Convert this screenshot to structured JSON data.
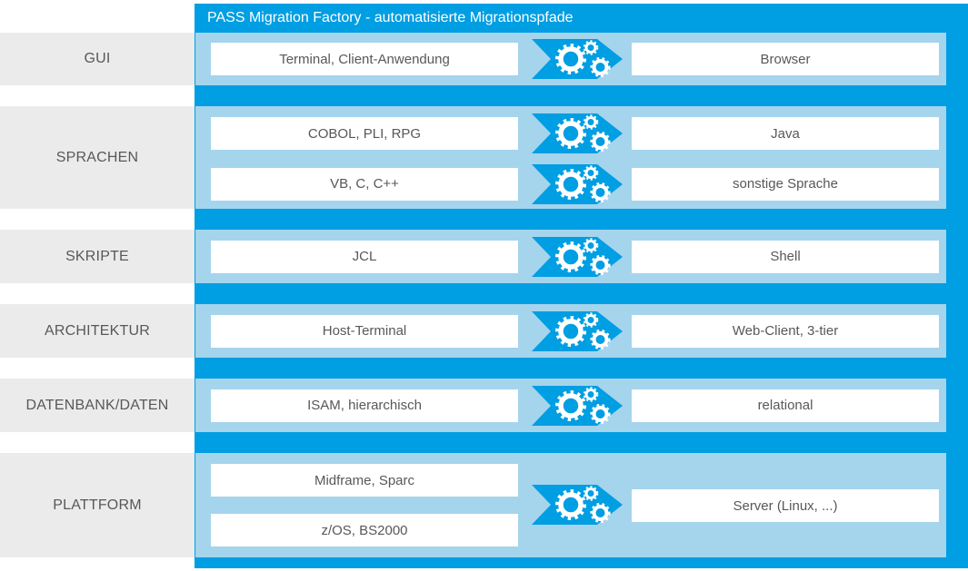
{
  "title": "PASS Migration Factory - automatisierte Migrationspfade",
  "colors": {
    "brand_blue": "#009EE2",
    "band_light_blue": "#A5D4ED",
    "category_gray": "#EBEBEB",
    "text_gray": "#58585A",
    "box_white": "#FFFFFF"
  },
  "icons": {
    "arrow": "gear-arrow-icon"
  },
  "rows": [
    {
      "category": "GUI",
      "mappings": [
        {
          "source": "Terminal, Client-Anwendung",
          "target": "Browser"
        }
      ]
    },
    {
      "category": "SPRACHEN",
      "mappings": [
        {
          "source": "COBOL, PLI, RPG",
          "target": "Java"
        },
        {
          "source": "VB, C, C++",
          "target": "sonstige Sprache"
        }
      ]
    },
    {
      "category": "SKRIPTE",
      "mappings": [
        {
          "source": "JCL",
          "target": "Shell"
        }
      ]
    },
    {
      "category": "ARCHITEKTUR",
      "mappings": [
        {
          "source": "Host-Terminal",
          "target": "Web-Client, 3-tier"
        }
      ]
    },
    {
      "category": "DATENBANK/DATEN",
      "mappings": [
        {
          "source": "ISAM, hierarchisch",
          "target": "relational"
        }
      ]
    },
    {
      "category": "PLATTFORM",
      "mappings": [
        {
          "source": "Midframe, Sparc"
        },
        {
          "source": "z/OS, BS2000"
        }
      ],
      "merged_target": "Server (Linux, ...)"
    }
  ]
}
